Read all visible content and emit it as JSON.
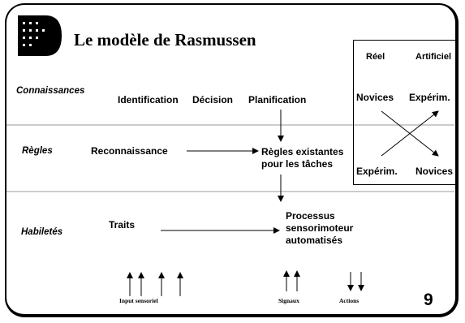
{
  "title": "Le modèle de Rasmussen",
  "levels": {
    "connaissances": "Connaissances",
    "regles": "Règles",
    "habiletes": "Habiletés"
  },
  "knowledge_row": {
    "identification": "Identification",
    "decision": "Décision",
    "planification": "Planification"
  },
  "rules_row": {
    "reconnaissance": "Reconnaissance",
    "regles_line1": "Règles existantes",
    "regles_line2": "pour les tâches"
  },
  "skills_row": {
    "traits": "Traits",
    "processus_line1": "Processus",
    "processus_line2": "sensorimoteur",
    "processus_line3": "automatisés"
  },
  "comparison_box": {
    "reel": "Réel",
    "artificiel": "Artificiel",
    "novices_top": "Novices",
    "experim_top": "Expérim.",
    "experim_bottom": "Expérim.",
    "novices_bottom": "Novices"
  },
  "bottom": {
    "input_sensoriel": "Input sensoriel",
    "signaux": "Signaux",
    "actions": "Actions"
  },
  "page_number": "9"
}
